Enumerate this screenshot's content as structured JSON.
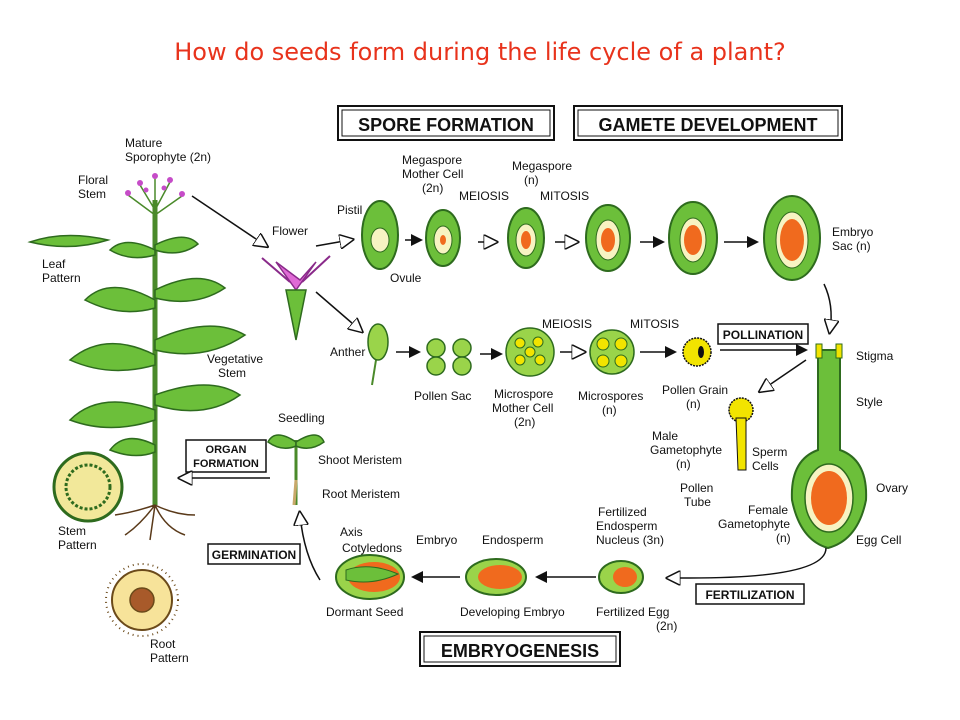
{
  "title": "How do seeds form during the life cycle of a plant?",
  "colors": {
    "title": "#e8331c",
    "plant_green": "#6cbf3a",
    "dark_green": "#2e6b1e",
    "orange": "#f06a1e",
    "yellow": "#f2e400"
  },
  "stages": {
    "spore_formation": "SPORE FORMATION",
    "gamete_development": "GAMETE DEVELOPMENT",
    "pollination": "POLLINATION",
    "fertilization": "FERTILIZATION",
    "embryogenesis": "EMBRYOGENESIS",
    "germination": "GERMINATION",
    "organ_formation_1": "ORGAN",
    "organ_formation_2": "FORMATION"
  },
  "labels": {
    "mature_1": "Mature",
    "mature_2": "Sporophyte (2n)",
    "floral_1": "Floral",
    "floral_2": "Stem",
    "leaf_1": "Leaf",
    "leaf_2": "Pattern",
    "vegetative_1": "Vegetative",
    "vegetative_2": "Stem",
    "stem_pattern_1": "Stem",
    "stem_pattern_2": "Pattern",
    "root_pattern_1": "Root",
    "root_pattern_2": "Pattern",
    "flower": "Flower",
    "pistil": "Pistil",
    "ovule": "Ovule",
    "anther": "Anther",
    "megaspore_mother_1": "Megaspore",
    "megaspore_mother_2": "Mother Cell",
    "megaspore_mother_3": "(2n)",
    "meiosis_top": "MEIOSIS",
    "megaspore_1": "Megaspore",
    "megaspore_2": "(n)",
    "mitosis_top": "MITOSIS",
    "embryo_sac_1": "Embryo",
    "embryo_sac_2": "Sac (n)",
    "pollen_sac": "Pollen Sac",
    "meiosis_bottom": "MEIOSIS",
    "mitosis_bottom": "MITOSIS",
    "microspore_mother_1": "Microspore",
    "microspore_mother_2": "Mother Cell",
    "microspore_mother_3": "(2n)",
    "microspores_1": "Microspores",
    "microspores_2": "(n)",
    "pollen_grain_1": "Pollen Grain",
    "pollen_grain_2": "(n)",
    "stigma": "Stigma",
    "style": "Style",
    "ovary": "Ovary",
    "egg_cell": "Egg Cell",
    "male_gam_1": "Male",
    "male_gam_2": "Gametophyte",
    "male_gam_3": "(n)",
    "sperm_1": "Sperm",
    "sperm_2": "Cells",
    "pollen_tube_1": "Pollen",
    "pollen_tube_2": "Tube",
    "female_gam_1": "Female",
    "female_gam_2": "Gametophyte",
    "female_gam_3": "(n)",
    "fert_endo_1": "Fertilized",
    "fert_endo_2": "Endosperm",
    "fert_endo_3": "Nucleus (3n)",
    "fert_egg_1": "Fertilized Egg",
    "fert_egg_2": "(2n)",
    "endosperm": "Endosperm",
    "developing_embryo": "Developing Embryo",
    "axis": "Axis",
    "cotyledons": "Cotyledons",
    "embryo": "Embryo",
    "dormant_seed": "Dormant Seed",
    "seedling": "Seedling",
    "shoot_meristem": "Shoot Meristem",
    "root_meristem": "Root Meristem"
  }
}
